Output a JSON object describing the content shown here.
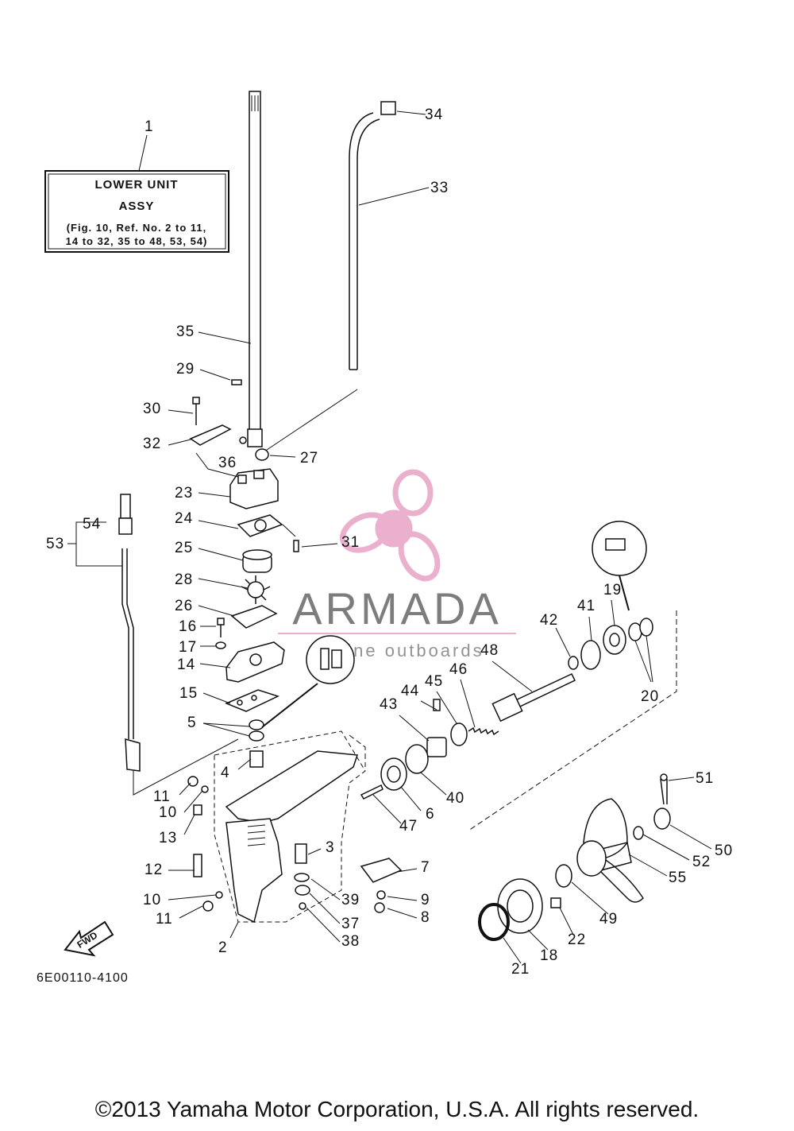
{
  "assembly_box": {
    "title_line1": "LOWER UNIT",
    "title_line2": "ASSY",
    "note_line1": "(Fig. 10, Ref. No. 2 to 11,",
    "note_line2": "14 to 32, 35 to 48, 53, 54)"
  },
  "callouts": [
    {
      "id": "c1",
      "label": "1"
    },
    {
      "id": "c2",
      "label": "2"
    },
    {
      "id": "c3",
      "label": "3"
    },
    {
      "id": "c4",
      "label": "4"
    },
    {
      "id": "c5",
      "label": "5"
    },
    {
      "id": "c6",
      "label": "6"
    },
    {
      "id": "c7",
      "label": "7"
    },
    {
      "id": "c8",
      "label": "8"
    },
    {
      "id": "c9",
      "label": "9"
    },
    {
      "id": "c10a",
      "label": "10"
    },
    {
      "id": "c10b",
      "label": "10"
    },
    {
      "id": "c11a",
      "label": "11"
    },
    {
      "id": "c11b",
      "label": "11"
    },
    {
      "id": "c12",
      "label": "12"
    },
    {
      "id": "c13",
      "label": "13"
    },
    {
      "id": "c14",
      "label": "14"
    },
    {
      "id": "c15",
      "label": "15"
    },
    {
      "id": "c16",
      "label": "16"
    },
    {
      "id": "c17",
      "label": "17"
    },
    {
      "id": "c18",
      "label": "18"
    },
    {
      "id": "c19",
      "label": "19"
    },
    {
      "id": "c20",
      "label": "20"
    },
    {
      "id": "c21",
      "label": "21"
    },
    {
      "id": "c22",
      "label": "22"
    },
    {
      "id": "c23",
      "label": "23"
    },
    {
      "id": "c24",
      "label": "24"
    },
    {
      "id": "c25",
      "label": "25"
    },
    {
      "id": "c26",
      "label": "26"
    },
    {
      "id": "c27",
      "label": "27"
    },
    {
      "id": "c28",
      "label": "28"
    },
    {
      "id": "c29",
      "label": "29"
    },
    {
      "id": "c30",
      "label": "30"
    },
    {
      "id": "c31",
      "label": "31"
    },
    {
      "id": "c32",
      "label": "32"
    },
    {
      "id": "c33",
      "label": "33"
    },
    {
      "id": "c34",
      "label": "34"
    },
    {
      "id": "c35",
      "label": "35"
    },
    {
      "id": "c36",
      "label": "36"
    },
    {
      "id": "c37",
      "label": "37"
    },
    {
      "id": "c38",
      "label": "38"
    },
    {
      "id": "c39",
      "label": "39"
    },
    {
      "id": "c40",
      "label": "40"
    },
    {
      "id": "c41",
      "label": "41"
    },
    {
      "id": "c42",
      "label": "42"
    },
    {
      "id": "c43",
      "label": "43"
    },
    {
      "id": "c44",
      "label": "44"
    },
    {
      "id": "c45",
      "label": "45"
    },
    {
      "id": "c46",
      "label": "46"
    },
    {
      "id": "c47",
      "label": "47"
    },
    {
      "id": "c48",
      "label": "48"
    },
    {
      "id": "c49",
      "label": "49"
    },
    {
      "id": "c50",
      "label": "50"
    },
    {
      "id": "c51",
      "label": "51"
    },
    {
      "id": "c52",
      "label": "52"
    },
    {
      "id": "c53",
      "label": "53"
    },
    {
      "id": "c54",
      "label": "54"
    },
    {
      "id": "c55",
      "label": "55"
    }
  ],
  "direction_arrow": {
    "label": "FWD"
  },
  "figure_code": "6E00110-4100",
  "watermark": {
    "name": "ARMADA",
    "tagline": "marine outboards",
    "logo_color": "#e8a8c8",
    "text_color": "#707070"
  },
  "copyright": "©2013 Yamaha Motor Corporation, U.S.A. All rights reserved."
}
